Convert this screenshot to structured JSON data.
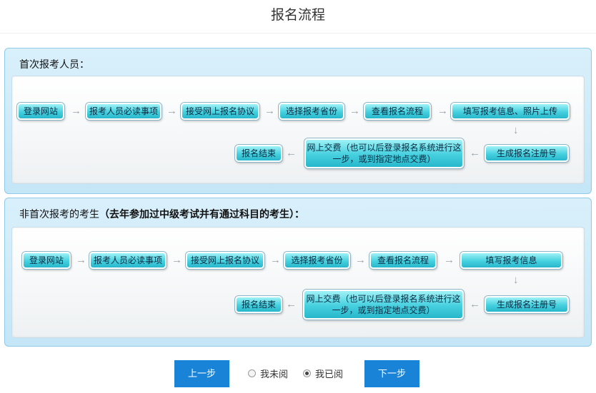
{
  "page": {
    "title": "报名流程"
  },
  "section1": {
    "heading": "首次报考人员：",
    "steps": [
      "登录网站",
      "报考人员必读事项",
      "接受网上报名协议",
      "选择报考省份",
      "查看报名流程",
      "填写报考信息、照片上传",
      "生成报名注册号",
      "网上交费（也可以后登录报名系统进行这一步，或到指定地点交费）",
      "报名结束"
    ]
  },
  "section2": {
    "heading_normal": "非首次报考的考生",
    "heading_bold": "（去年参加过中级考试并有通过科目的考生）：",
    "steps": [
      "登录网站",
      "报考人员必读事项",
      "接受网上报名协议",
      "选择报考省份",
      "查看报名流程",
      "填写报考信息",
      "生成报名注册号",
      "网上交费（也可以后登录报名系统进行这一步，或到指定地点交费）",
      "报名结束"
    ]
  },
  "arrows": {
    "right": "→",
    "left": "←",
    "down": "↓"
  },
  "footer": {
    "prev_label": "上一步",
    "next_label": "下一步",
    "radio_unread": "我未阅",
    "radio_read": "我已阅",
    "selected": "read"
  }
}
